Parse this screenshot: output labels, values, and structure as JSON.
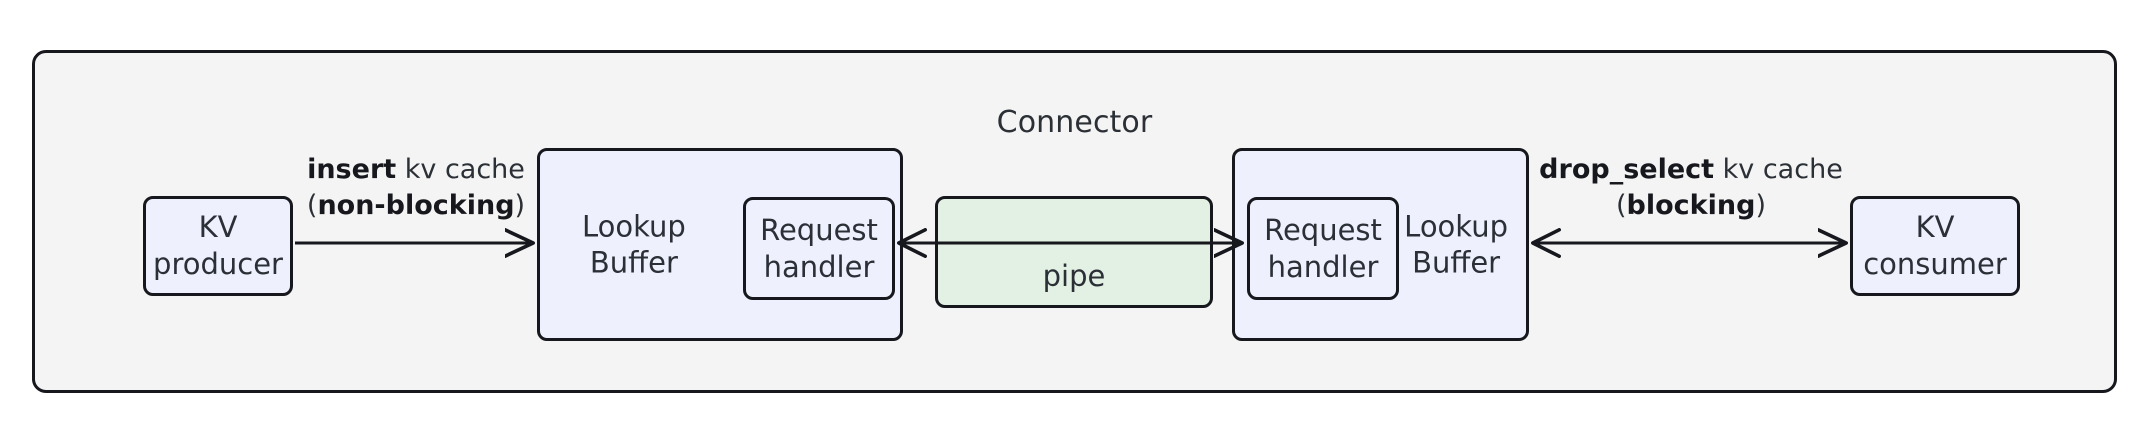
{
  "diagram": {
    "container": {
      "title": "Connector",
      "background_color": "#f4f4f4",
      "border_color": "#16181d"
    },
    "colors": {
      "node_blue": "#eef1fd",
      "node_green": "#e3f0e4",
      "stroke": "#16181d",
      "text": "#2b2f36"
    },
    "nodes": {
      "kv_producer": "KV\nproducer",
      "kv_producer_line1": "KV",
      "kv_producer_line2": "producer",
      "kv_consumer_line1": "KV",
      "kv_consumer_line2": "consumer",
      "lookup_buffer_left_line1": "Lookup",
      "lookup_buffer_left_line2": "Buffer",
      "lookup_buffer_right_line1": "Lookup",
      "lookup_buffer_right_line2": "Buffer",
      "request_handler_left_line1": "Request",
      "request_handler_left_line2": "handler",
      "request_handler_right_line1": "Request",
      "request_handler_right_line2": "handler",
      "pipe": "pipe"
    },
    "edges": {
      "insert": {
        "bold_text": "insert",
        "rest_text": " kv cache",
        "paren_open": "(",
        "bold_mode": "non-blocking",
        "paren_close": ")",
        "direction": "right"
      },
      "pipe_link": {
        "direction": "bidirectional"
      },
      "drop_select": {
        "bold_text": "drop_select",
        "rest_text": " kv cache",
        "paren_open": "(",
        "bold_mode": "blocking",
        "paren_close": ")",
        "direction": "bidirectional"
      }
    }
  }
}
